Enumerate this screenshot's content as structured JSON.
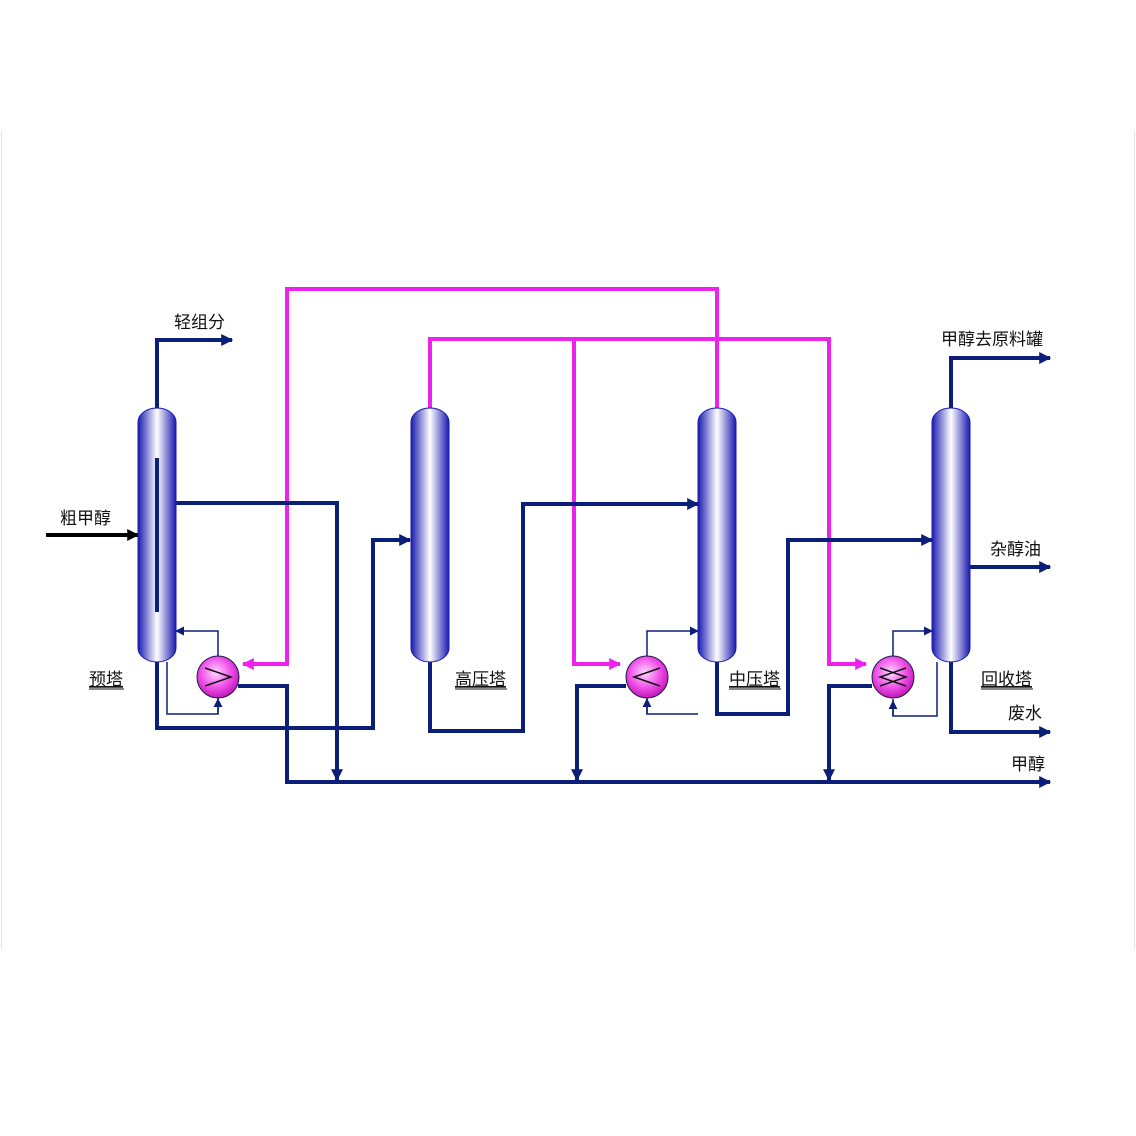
{
  "colors": {
    "process_line": "#0b1f78",
    "steam_line": "#ee22ee",
    "feed_line": "#000000",
    "column_edge": "#1a1ab0",
    "column_highlight": "#ffffff",
    "reboiler_fill": "#f050e8"
  },
  "columns": {
    "pre": "预塔",
    "high_pressure": "高压塔",
    "medium_pressure": "中压塔",
    "recovery": "回收塔"
  },
  "streams": {
    "crude_methanol": "粗甲醇",
    "light_ends": "轻组分",
    "methanol_to_tank": "甲醇去原料罐",
    "fusel_oil": "杂醇油",
    "waste_water": "废水",
    "methanol": "甲醇"
  }
}
